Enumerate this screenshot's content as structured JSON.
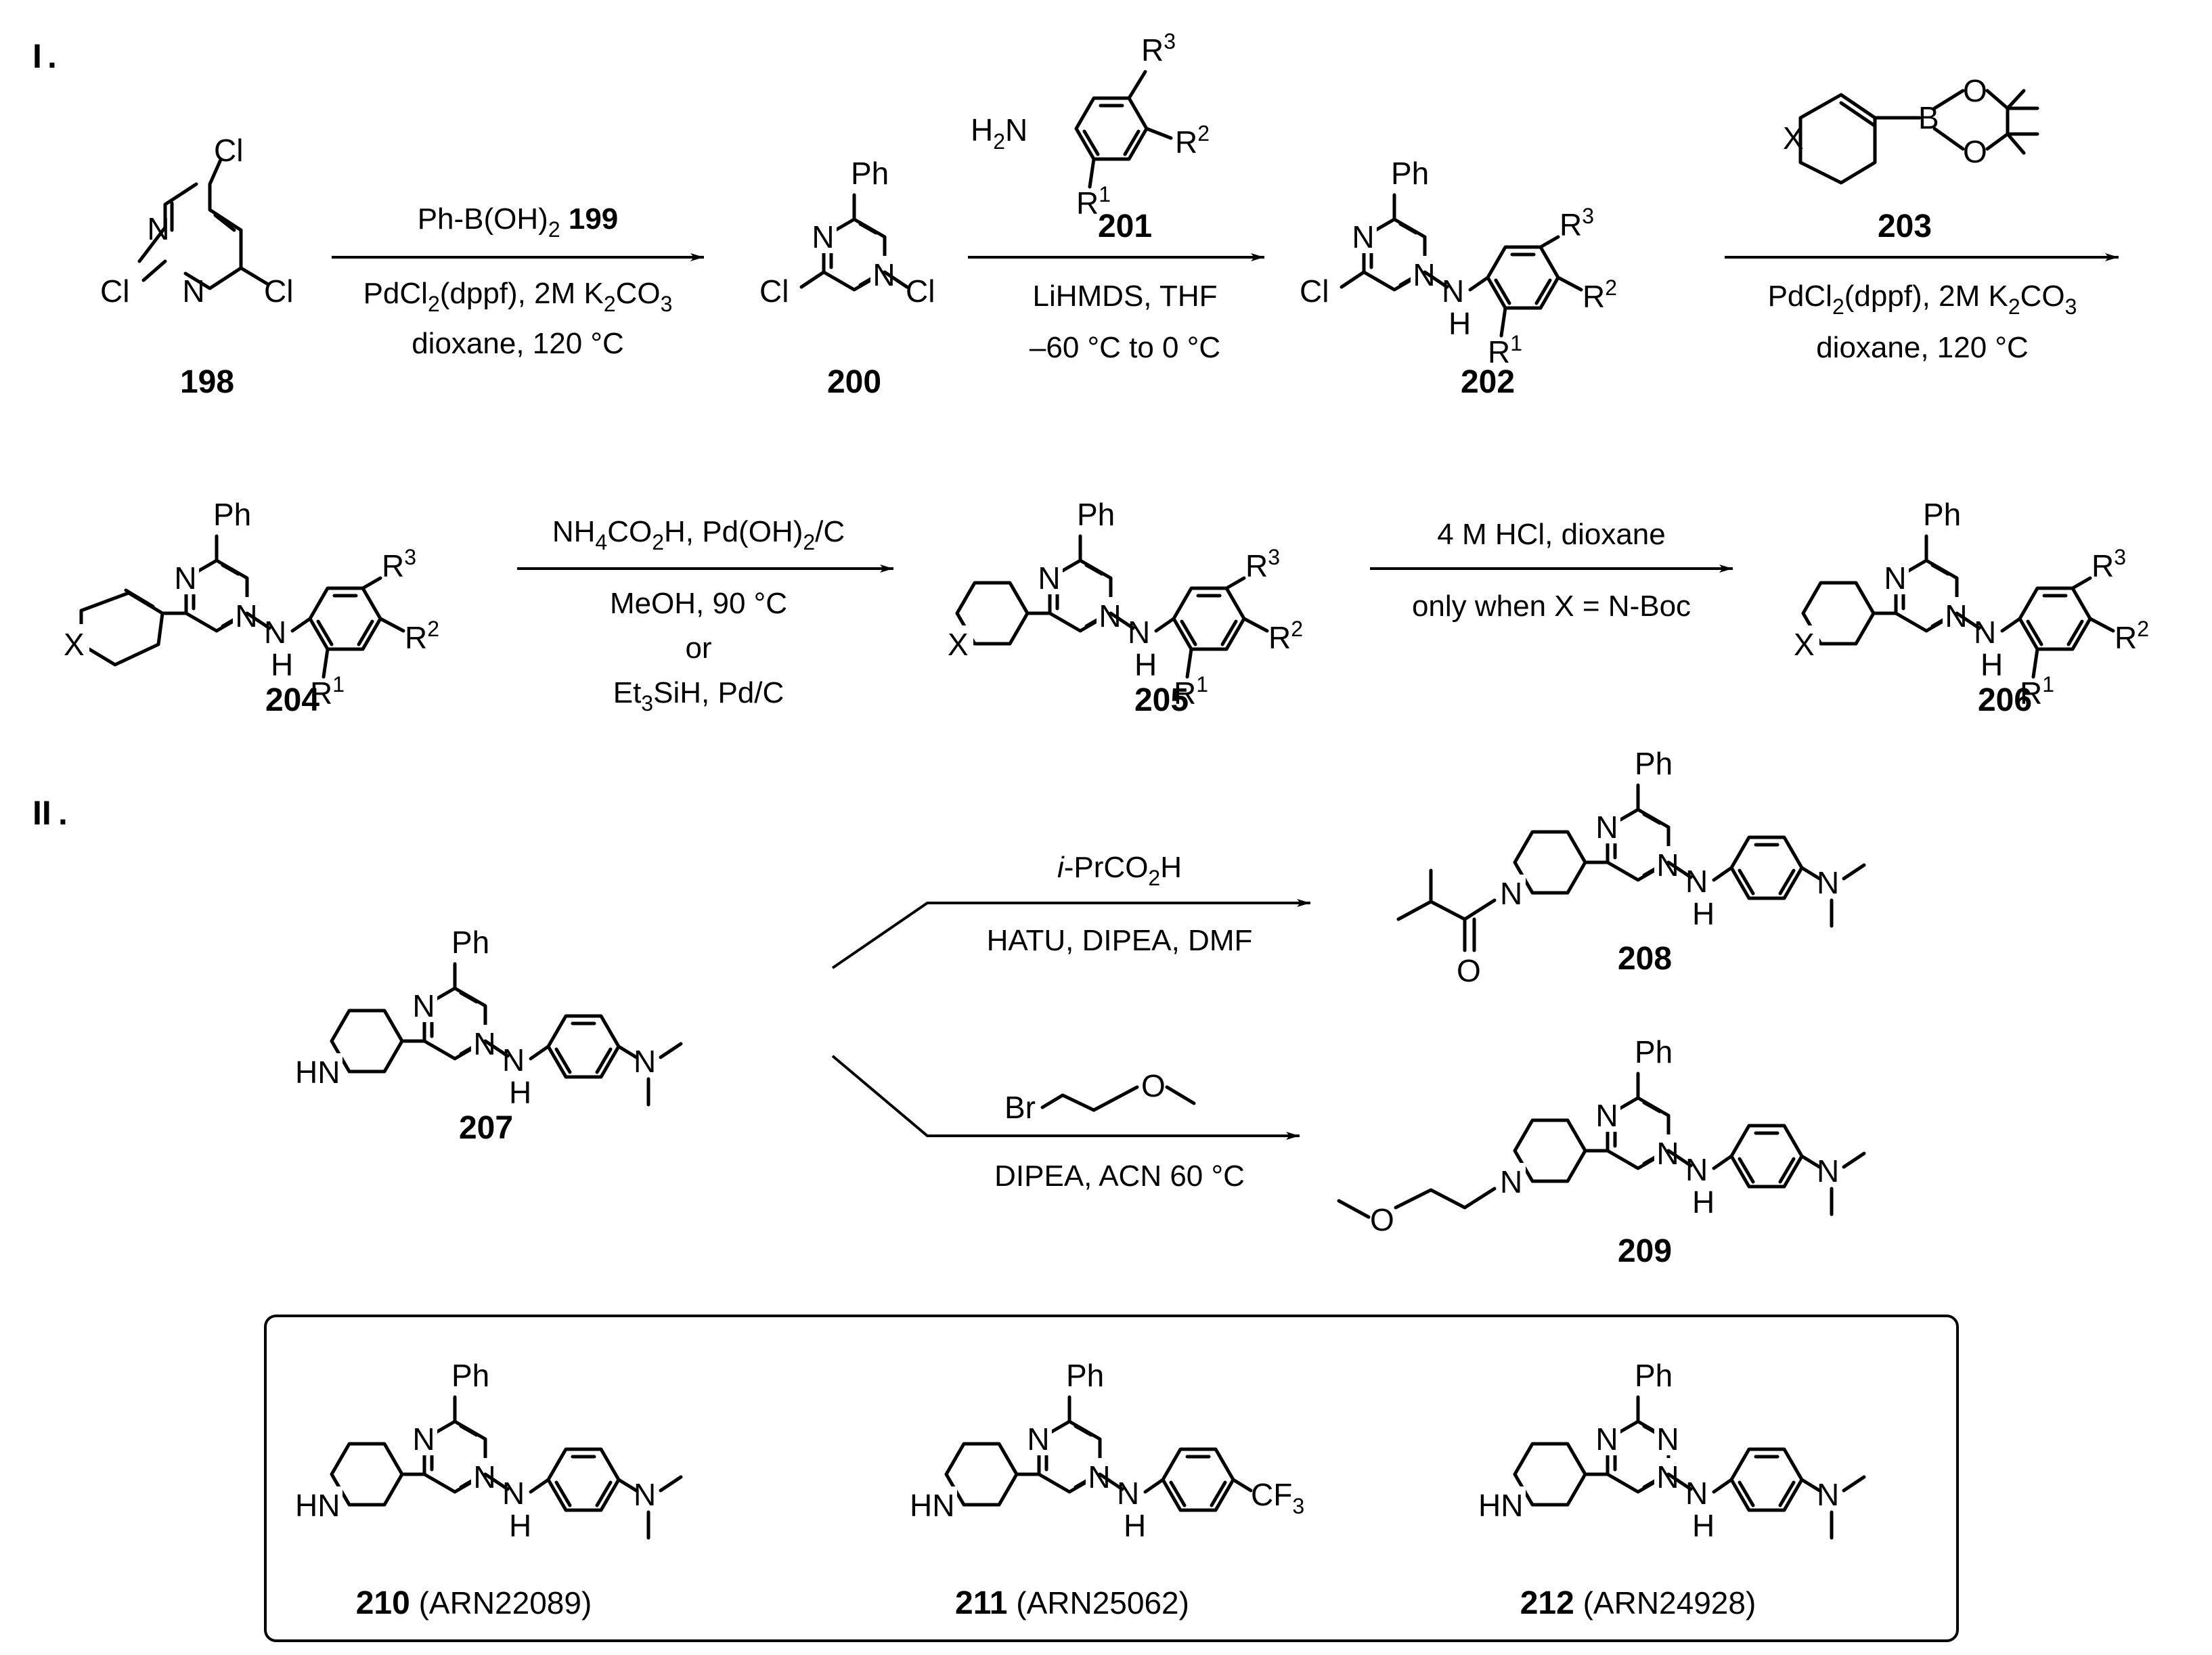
{
  "sections": {
    "I": "I",
    "II": "II"
  },
  "atoms": {
    "Cl": "Cl",
    "N": "N",
    "NH": "NH",
    "H": "H",
    "Ph": "Ph",
    "X": "X",
    "B": "B",
    "O": "O",
    "HN": "HN",
    "Br": "Br",
    "CF": "CF",
    "F3": "3",
    "H2N_H": "H",
    "H2N_2": "2",
    "H2N_N": "N",
    "R": "R",
    "r1": "1",
    "r2": "2",
    "r3": "3"
  },
  "compounds": {
    "c198": "198",
    "c199": "199",
    "c200": "200",
    "c201": "201",
    "c202": "202",
    "c203": "203",
    "c204": "204",
    "c205": "205",
    "c206": "206",
    "c207": "207",
    "c208": "208",
    "c209": "209",
    "c210": "210",
    "c211": "211",
    "c212": "212"
  },
  "arn": {
    "a210": "(ARN22089)",
    "a211": "(ARN25062)",
    "a212": "(ARN24928)"
  },
  "conditions": {
    "s1_line1": "Ph-B(OH)",
    "s1_line1_sub": "2",
    "s1_line2a": "PdCl",
    "s1_line2b": "(dppf), 2M K",
    "s1_line2c": "CO",
    "s1_line3": "dioxane, 120 °C",
    "s2_line1": "LiHMDS, THF",
    "s2_line2": "–60 °C to 0 °C",
    "s3_line2a": "PdCl",
    "s3_line2b": "(dppf), 2M K",
    "s3_line2c": "CO",
    "s3_line3": "dioxane, 120 °C",
    "s4_line1a": "NH",
    "s4_line1b": "CO",
    "s4_line1c": "H, Pd(OH)",
    "s4_line1d": "/C",
    "s4_line2": "MeOH, 90 °C",
    "s4_line3": "or",
    "s4_line4a": "Et",
    "s4_line4b": "SiH, Pd/C",
    "s5_line1": "4 M HCl, dioxane",
    "s5_line2": "only when X = N-Boc",
    "s6_line1a": "i",
    "s6_line1b": "-PrCO",
    "s6_line1c": "H",
    "s6_line2": "HATU, DIPEA, DMF",
    "s7_line2": "DIPEA, ACN 60 °C"
  },
  "subs": {
    "two": "2",
    "three": "3",
    "four": "4"
  }
}
